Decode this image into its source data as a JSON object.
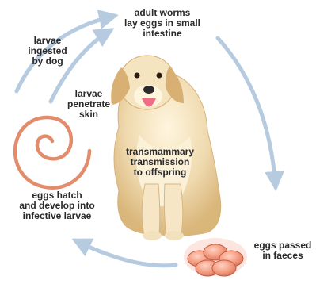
{
  "diagram": {
    "labels": {
      "adult": "adult worms\nlay eggs in small\nintestine",
      "ingested": "larvae\ningested\nby dog",
      "penetrate": "larvae\npenetrate\nskin",
      "transmammary": "transmammary\ntransmission\nto offspring",
      "hatch": "eggs hatch\nand develop into\ninfective larvae",
      "faeces": "eggs passed\nin faeces"
    },
    "icons": {
      "center": "dog-icon",
      "egg_cluster": "egg-cluster-icon",
      "larva": "larva-spiral-icon",
      "cycle_arrow": "cycle-arrow-icon"
    },
    "colors": {
      "arrow": "#b6cbe0",
      "larva": "#e28c6c",
      "egg_fill": "#f39b7f",
      "egg_stroke": "#c35d44",
      "dog_fur": "#efd9ae"
    }
  }
}
